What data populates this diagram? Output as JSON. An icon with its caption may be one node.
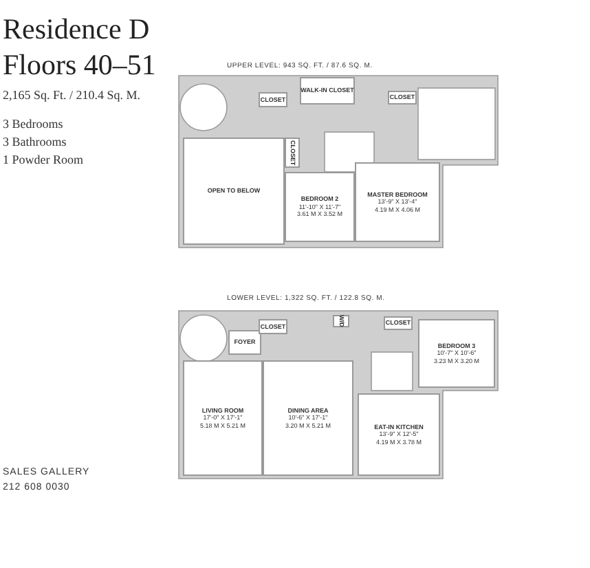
{
  "diagram": {
    "title": "Residence D Floors 40–51",
    "nodes": [
      {
        "text": [
          "CLOSET"
        ]
      },
      {
        "text": [
          "WALK-IN CLOSET"
        ]
      },
      {
        "text": [
          "CLOSET"
        ]
      },
      {
        "text": [
          "OPEN TO BELOW"
        ]
      },
      {
        "text": [
          "CLOSET"
        ]
      },
      {
        "text": [
          "BEDROOM 2",
          "11'-10\" X 11'-7\"",
          "3.61 M X 3.52 M"
        ]
      },
      {
        "text": [
          "MASTER BEDROOM",
          "13'-9\" X 13'-4\"",
          "4.19 M X 4.06 M"
        ]
      },
      {
        "text": [
          "FOYER"
        ]
      },
      {
        "text": [
          "CLOSET"
        ]
      },
      {
        "text": [
          "W/D"
        ]
      },
      {
        "text": [
          "CLOSET"
        ]
      },
      {
        "text": [
          "BEDROOM 3",
          "10'-7\" X 10'-6\"",
          "3.23 M X 3.20 M"
        ]
      },
      {
        "text": [
          "LIVING ROOM",
          "17'-0\" X 17'-1\"",
          "5.18 M X 5.21 M"
        ]
      },
      {
        "text": [
          "DINING AREA",
          "10'-6\" X 17'-1\"",
          "3.20 M X 5.21 M"
        ]
      },
      {
        "text": [
          "EAT-IN KITCHEN",
          "13'-9\" X 12'-5\"",
          "4.19 M X 3.78 M"
        ]
      }
    ],
    "labels": [
      "2,165 Sq. Ft. / 210.4 Sq. M.",
      "3 Bedrooms",
      "3 Bathrooms",
      "1 Powder Room",
      "UPPER LEVEL: 943 SQ. FT. / 87.6 SQ. M.",
      "LOWER LEVEL: 1,322 SQ. FT. / 122.8 SQ. M.",
      "SALES GALLERY",
      "212 608 0030"
    ]
  }
}
